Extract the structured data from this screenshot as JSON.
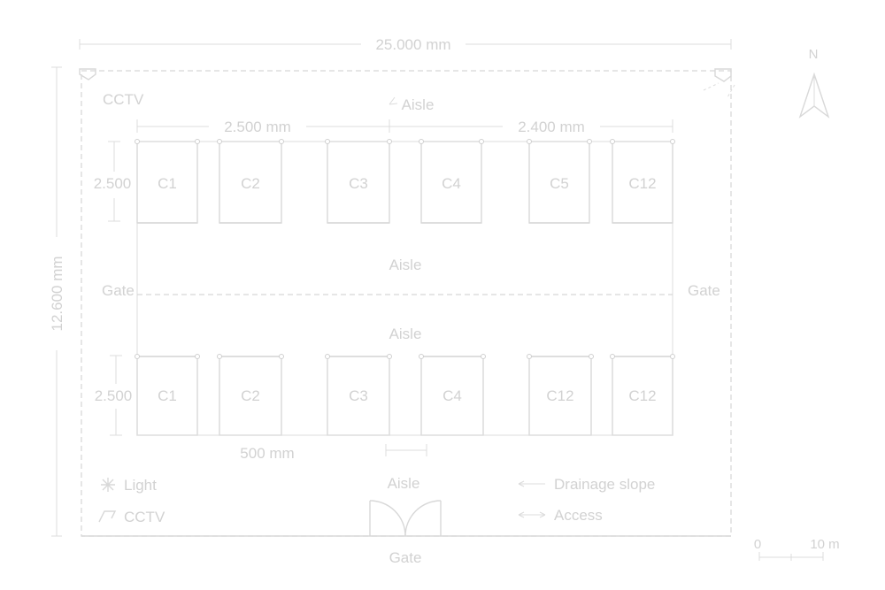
{
  "dimensions": {
    "overall_width": "25.000 mm",
    "overall_height": "12.600 mm",
    "top_left_span": "2.500 mm",
    "top_right_span": "2.400 mm",
    "pen_depth_top": "2.500",
    "pen_depth_bottom": "2.500",
    "gap_width": "500 mm"
  },
  "labels": {
    "cctv_top": "CCTV",
    "aisle_top": "Aisle",
    "aisle_center_upper": "Aisle",
    "aisle_center_lower": "Aisle",
    "aisle_bottom": "Aisle",
    "gate_left": "Gate",
    "gate_right": "Gate",
    "gate_bottom": "Gate",
    "north": "N"
  },
  "pens_top": [
    "C1",
    "C2",
    "C3",
    "C4",
    "C5",
    "C12"
  ],
  "pens_bottom": [
    "C1",
    "C2",
    "C3",
    "C4",
    "C12",
    "C12"
  ],
  "legend": {
    "light": "Light",
    "cctv": "CCTV",
    "drainage": "Drainage slope",
    "access": "Access"
  },
  "scale_bar": {
    "start": "0",
    "end": "10 m"
  }
}
